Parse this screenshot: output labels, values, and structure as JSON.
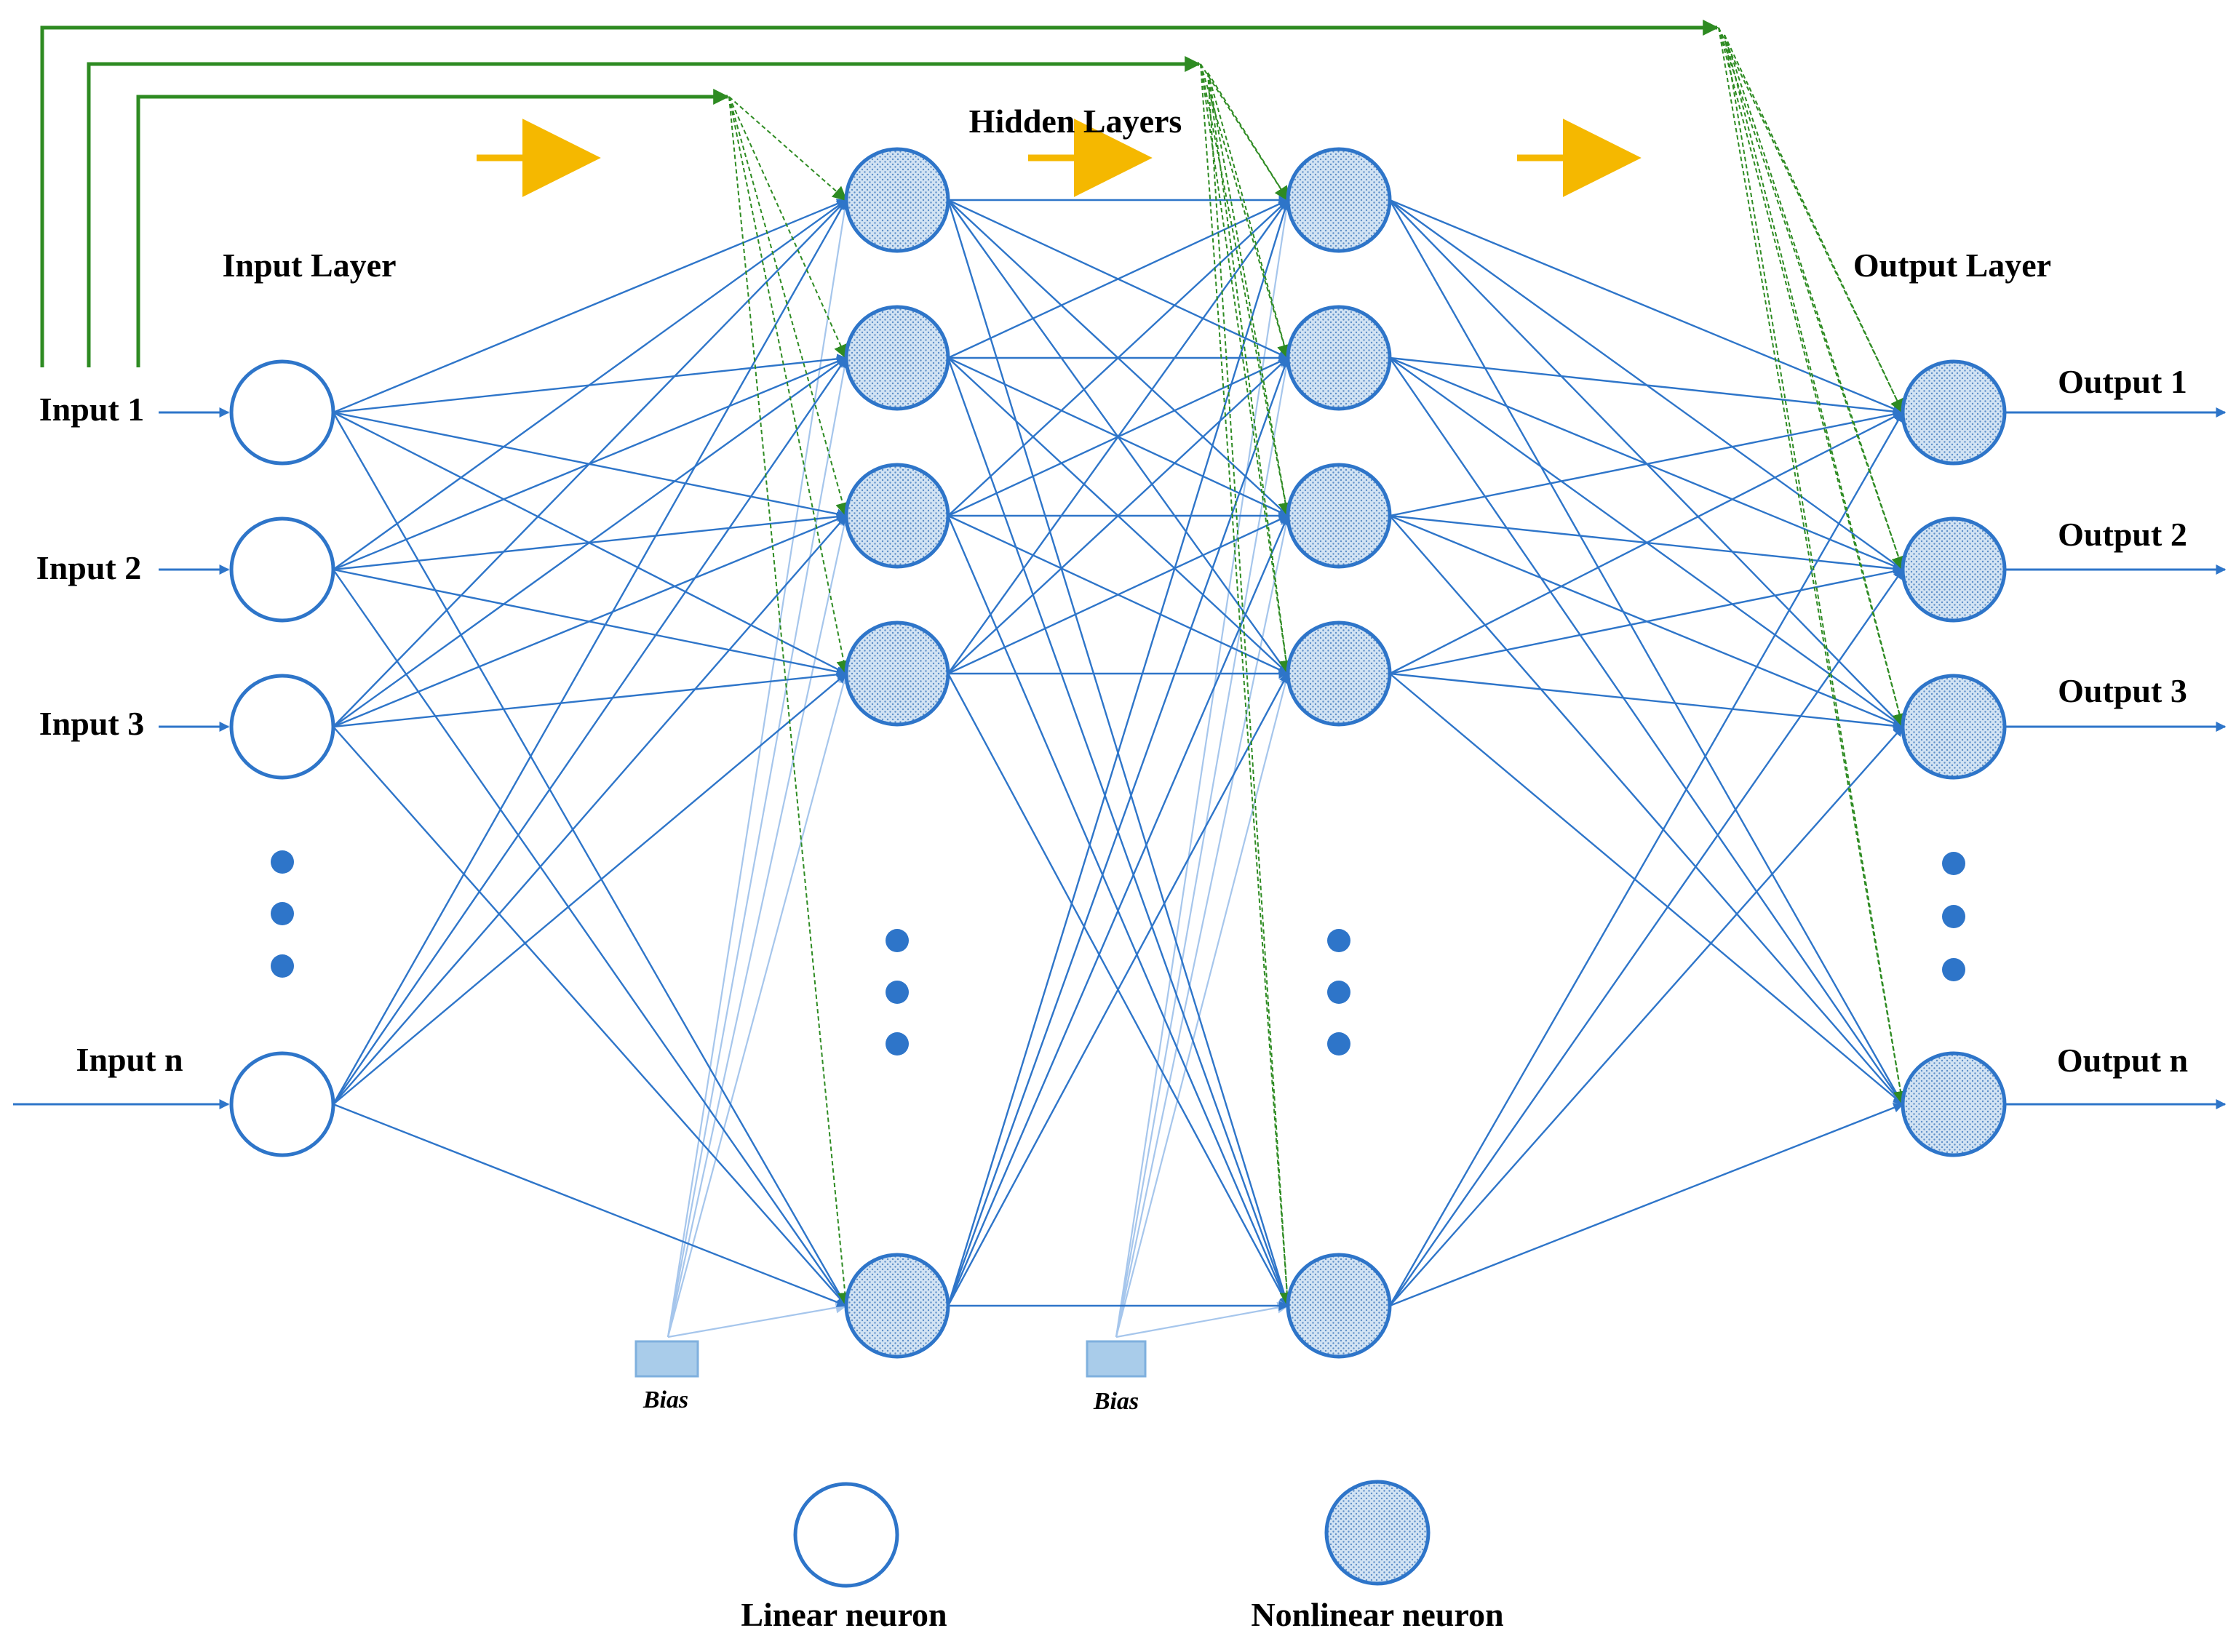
{
  "labels": {
    "input_layer": "Input Layer",
    "hidden_layers": "Hidden Layers",
    "output_layer": "Output Layer",
    "bias_1": "Bias",
    "bias_2": "Bias",
    "legend_linear": "Linear neuron",
    "legend_nonlinear": "Nonlinear neuron"
  },
  "inputs": [
    "Input 1",
    "Input 2",
    "Input 3",
    "Input n"
  ],
  "outputs": [
    "Output 1",
    "Output 2",
    "Output 3",
    "Output n"
  ],
  "colors": {
    "connection": "#2E75C9",
    "neuron_stroke": "#2E75C9",
    "neuron_fill_nonlinear": "#C9DCF0",
    "bias_fill": "#A9CCEA",
    "bias_link": "#A6C6EC",
    "skip_connection": "#2E8B22",
    "flow_arrow": "#F5B800",
    "text": "#000000"
  }
}
